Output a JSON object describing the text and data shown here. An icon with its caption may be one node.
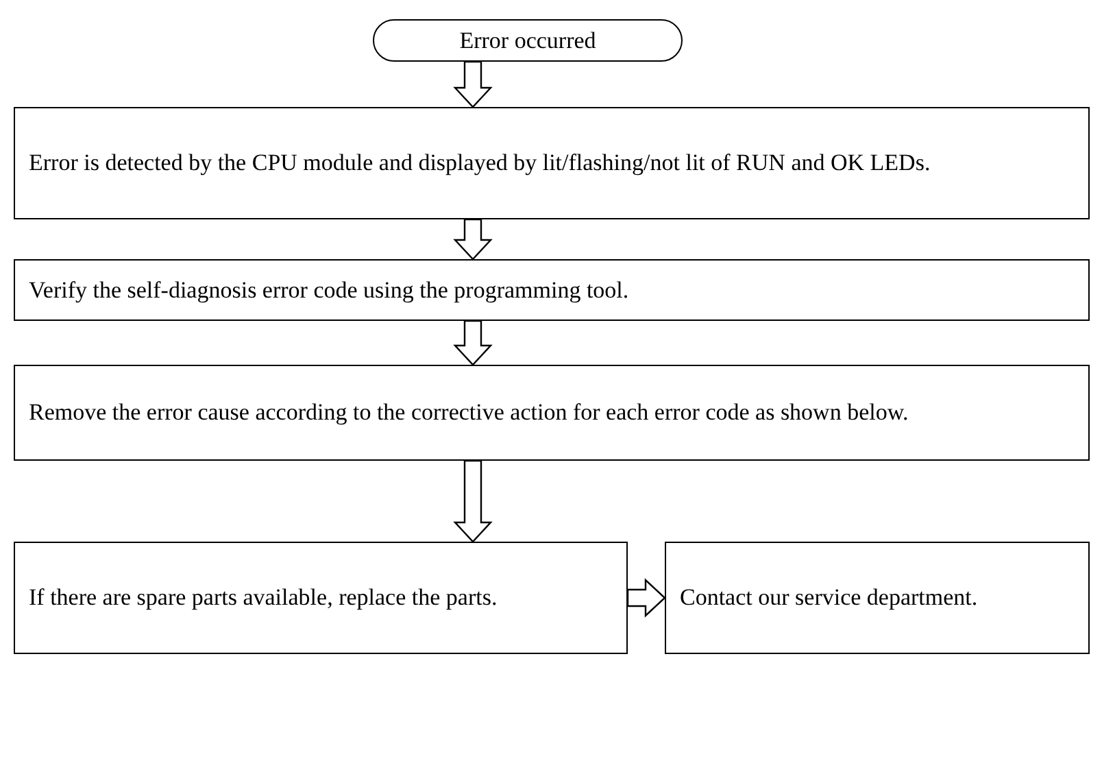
{
  "diagram": {
    "nodes": [
      {
        "text": [
          "Error occurred"
        ]
      },
      {
        "text": [
          "Error is detected by the CPU module and displayed by lit/flashing/not lit of RUN and OK LEDs."
        ]
      },
      {
        "text": [
          "Verify the self-diagnosis error code using the programming tool."
        ]
      },
      {
        "text": [
          "Remove the error cause according to the corrective action for each error code as shown below."
        ]
      },
      {
        "text": [
          "If there are spare parts available, replace the parts."
        ]
      },
      {
        "text": [
          "Contact our service department."
        ]
      }
    ],
    "edges": [
      {
        "from": 0,
        "to": 1,
        "arrow": "to"
      },
      {
        "from": 1,
        "to": 2,
        "arrow": "to"
      },
      {
        "from": 2,
        "to": 3,
        "arrow": "to"
      },
      {
        "from": 3,
        "to": 4,
        "arrow": "to"
      },
      {
        "from": 4,
        "to": 5,
        "arrow": "to"
      }
    ]
  }
}
